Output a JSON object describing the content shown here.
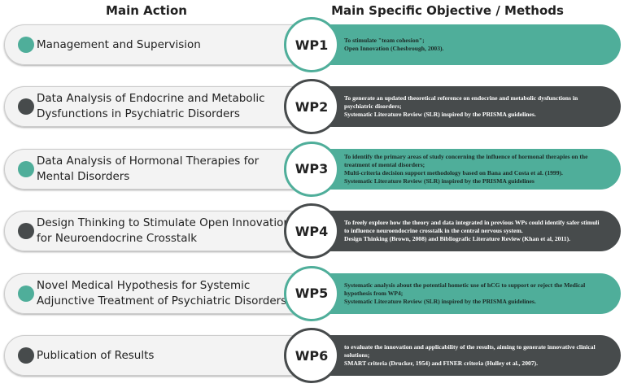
{
  "headers": {
    "left": "Main Action",
    "right": "Main Specific Objective / Methods"
  },
  "colors": {
    "teal": "#4fae9a",
    "dark": "#474b4c"
  },
  "rows": [
    {
      "wp": "WP1",
      "action": "Management and Supervision",
      "color": "teal",
      "lines": [
        "To stimulate \"team cohesion\";",
        "Open Innovation (Chesbrough, 2003)."
      ]
    },
    {
      "wp": "WP2",
      "action": "Data Analysis of Endocrine and Metabolic Dysfunctions in Psychiatric Disorders",
      "color": "dark",
      "lines": [
        "To generate an updated theoretical reference on endocrine and metabolic dysfunctions in psychiatric disorders;",
        "Systematic Literature Review (SLR) inspired by the PRISMA guidelines."
      ]
    },
    {
      "wp": "WP3",
      "action": "Data Analysis of Hormonal Therapies for Mental Disorders",
      "color": "teal",
      "lines": [
        "To identify the primary areas of study concerning the influence of hormonal therapies on the treatment of mental disorders;",
        "Multi-criteria decision support methodology based on Bana and Costa et al. (1999).",
        "Systematic Literature Review (SLR) inspired by the PRISMA guidelines"
      ]
    },
    {
      "wp": "WP4",
      "action": "Design Thinking to Stimulate Open Innovation for Neuroendocrine Crosstalk",
      "color": "dark",
      "lines": [
        "To freely explore how the theory and data integrated in previous WPs could identify safer stimuli to influence neuroendocrine crosstalk in the central nervous system.",
        "Design Thinking (Brown, 2008) and Bibliografic Literature Review (Khan et al, 2011)."
      ]
    },
    {
      "wp": "WP5",
      "action": "Novel Medical Hypothesis for Systemic Adjunctive Treatment of Psychiatric Disorders",
      "color": "teal",
      "lines": [
        "Systematic analysis about the potential hometic use of hCG to support or reject the Medical hypothesis from WP4;",
        "Systematic Literature Review (SLR) inspired by the PRISMA guidelines."
      ]
    },
    {
      "wp": "WP6",
      "action": "Publication of Results",
      "color": "dark",
      "lines": [
        "to evaluate the innovation and applicability of the results, aiming to generate innovative clinical solutions;",
        "SMART criteria (Drucker, 1954) and FINER criteria (Hulley et al., 2007)."
      ]
    }
  ]
}
